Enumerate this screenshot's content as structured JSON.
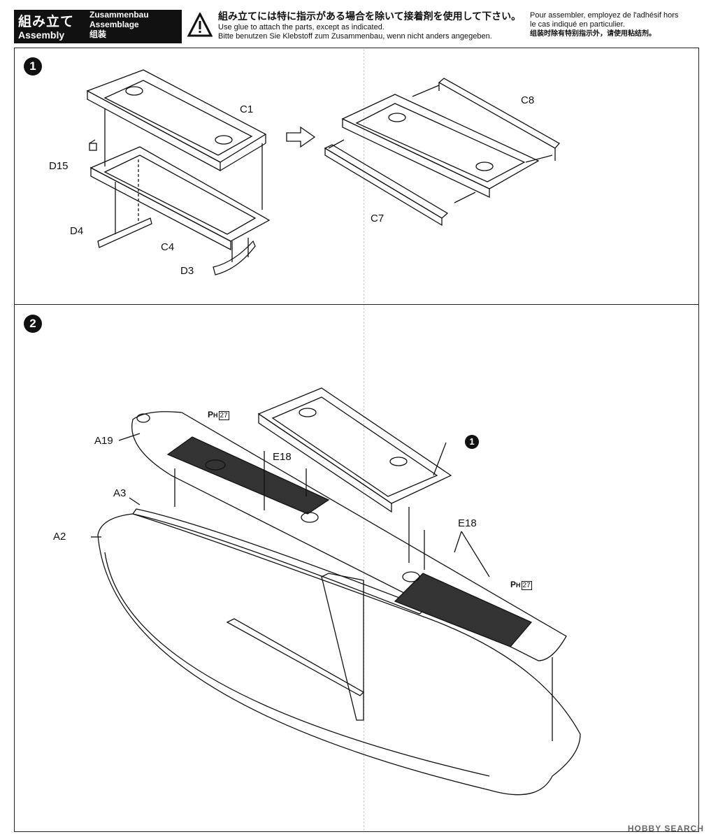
{
  "header": {
    "jp_title": "組み立て",
    "en_title": "Assembly",
    "languages": [
      "Zusammenbau",
      "Assemblage",
      "组装"
    ],
    "warning_jp": "組み立てには特に指示がある場合を除いて接着剤を使用して下さい。",
    "warning_en": "Use glue to attach the parts, except as indicated.",
    "warning_de": "Bitte benutzen Sie Klebstoff zum Zusammenbau, wenn nicht anders angegeben.",
    "warning_fr_1": "Pour assembler, employez de l'adhésif hors",
    "warning_fr_2": "le cas indiqué en particulier.",
    "warning_cn": "组装时除有特别指示外，请使用粘结剂。"
  },
  "step1": {
    "badge": "1",
    "labels": {
      "c1": "C1",
      "d15": "D15",
      "d4": "D4",
      "c4": "C4",
      "d3": "D3",
      "c8": "C8",
      "c7": "C7"
    }
  },
  "step2": {
    "badge": "2",
    "labels": {
      "a19": "A19",
      "a3": "A3",
      "a2": "A2",
      "e18a": "E18",
      "e18b": "E18",
      "ref": "1"
    },
    "paint_code_1": {
      "p": "P",
      "h": "H",
      "num": "27"
    },
    "paint_code_2": {
      "p": "P",
      "h": "H",
      "num": "27"
    }
  },
  "watermark": "HOBBY SEARCH"
}
